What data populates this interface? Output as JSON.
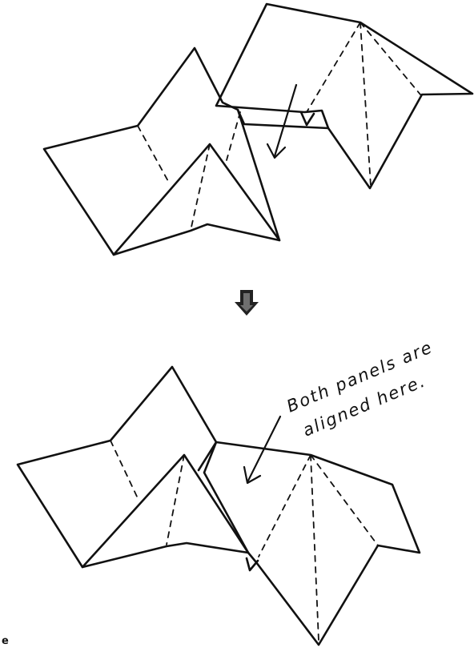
{
  "annotation": {
    "line1": "Both panels are",
    "line2": "aligned here."
  },
  "corner_label": "e",
  "step_arrow_icon": "down-arrow-icon"
}
